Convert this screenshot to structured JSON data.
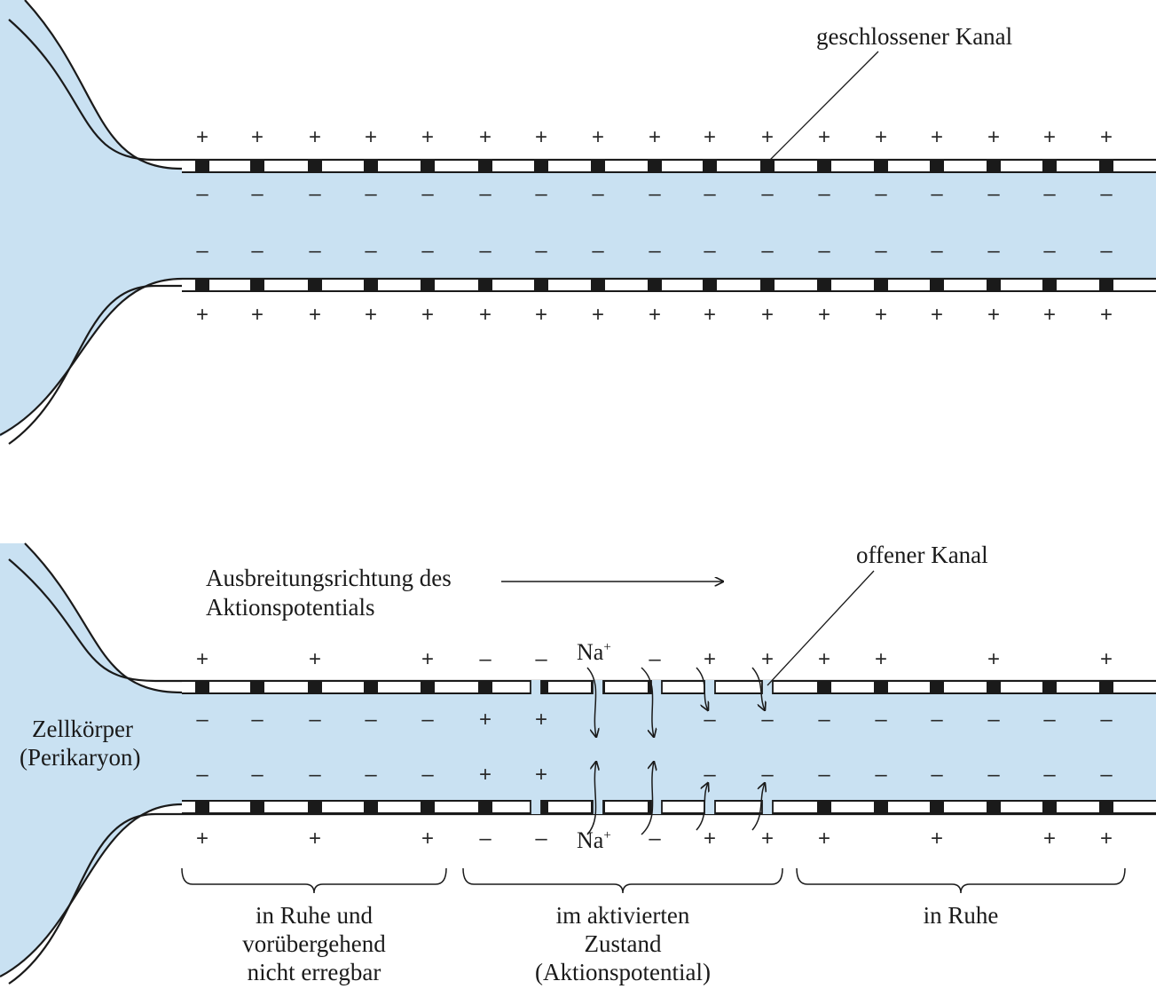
{
  "colors": {
    "cytoplasm": "#c9e1f2",
    "membrane": "#ffffff",
    "outline": "#1a1a1a",
    "channel": "#1a1a1a",
    "text": "#1a1a1a"
  },
  "panel_top": {
    "callout": "geschlossener Kanal",
    "outer_sign": "+",
    "inner_sign": "–"
  },
  "panel_bottom": {
    "direction_label_line1": "Ausbreitungsrichtung des",
    "direction_label_line2": "Aktionspotentials",
    "callout": "offener Kanal",
    "cell_body_line1": "Zellkörper",
    "cell_body_line2": "(Perikaryon)",
    "ion_top": "Na",
    "ion_bottom": "Na",
    "ion_charge": "+",
    "regions": [
      {
        "lines": [
          "in Ruhe und",
          "vorübergehend",
          "nicht erregbar"
        ]
      },
      {
        "lines": [
          "im aktivierten",
          "Zustand",
          "(Aktionspotential)"
        ]
      },
      {
        "lines": [
          "in Ruhe"
        ]
      }
    ]
  }
}
